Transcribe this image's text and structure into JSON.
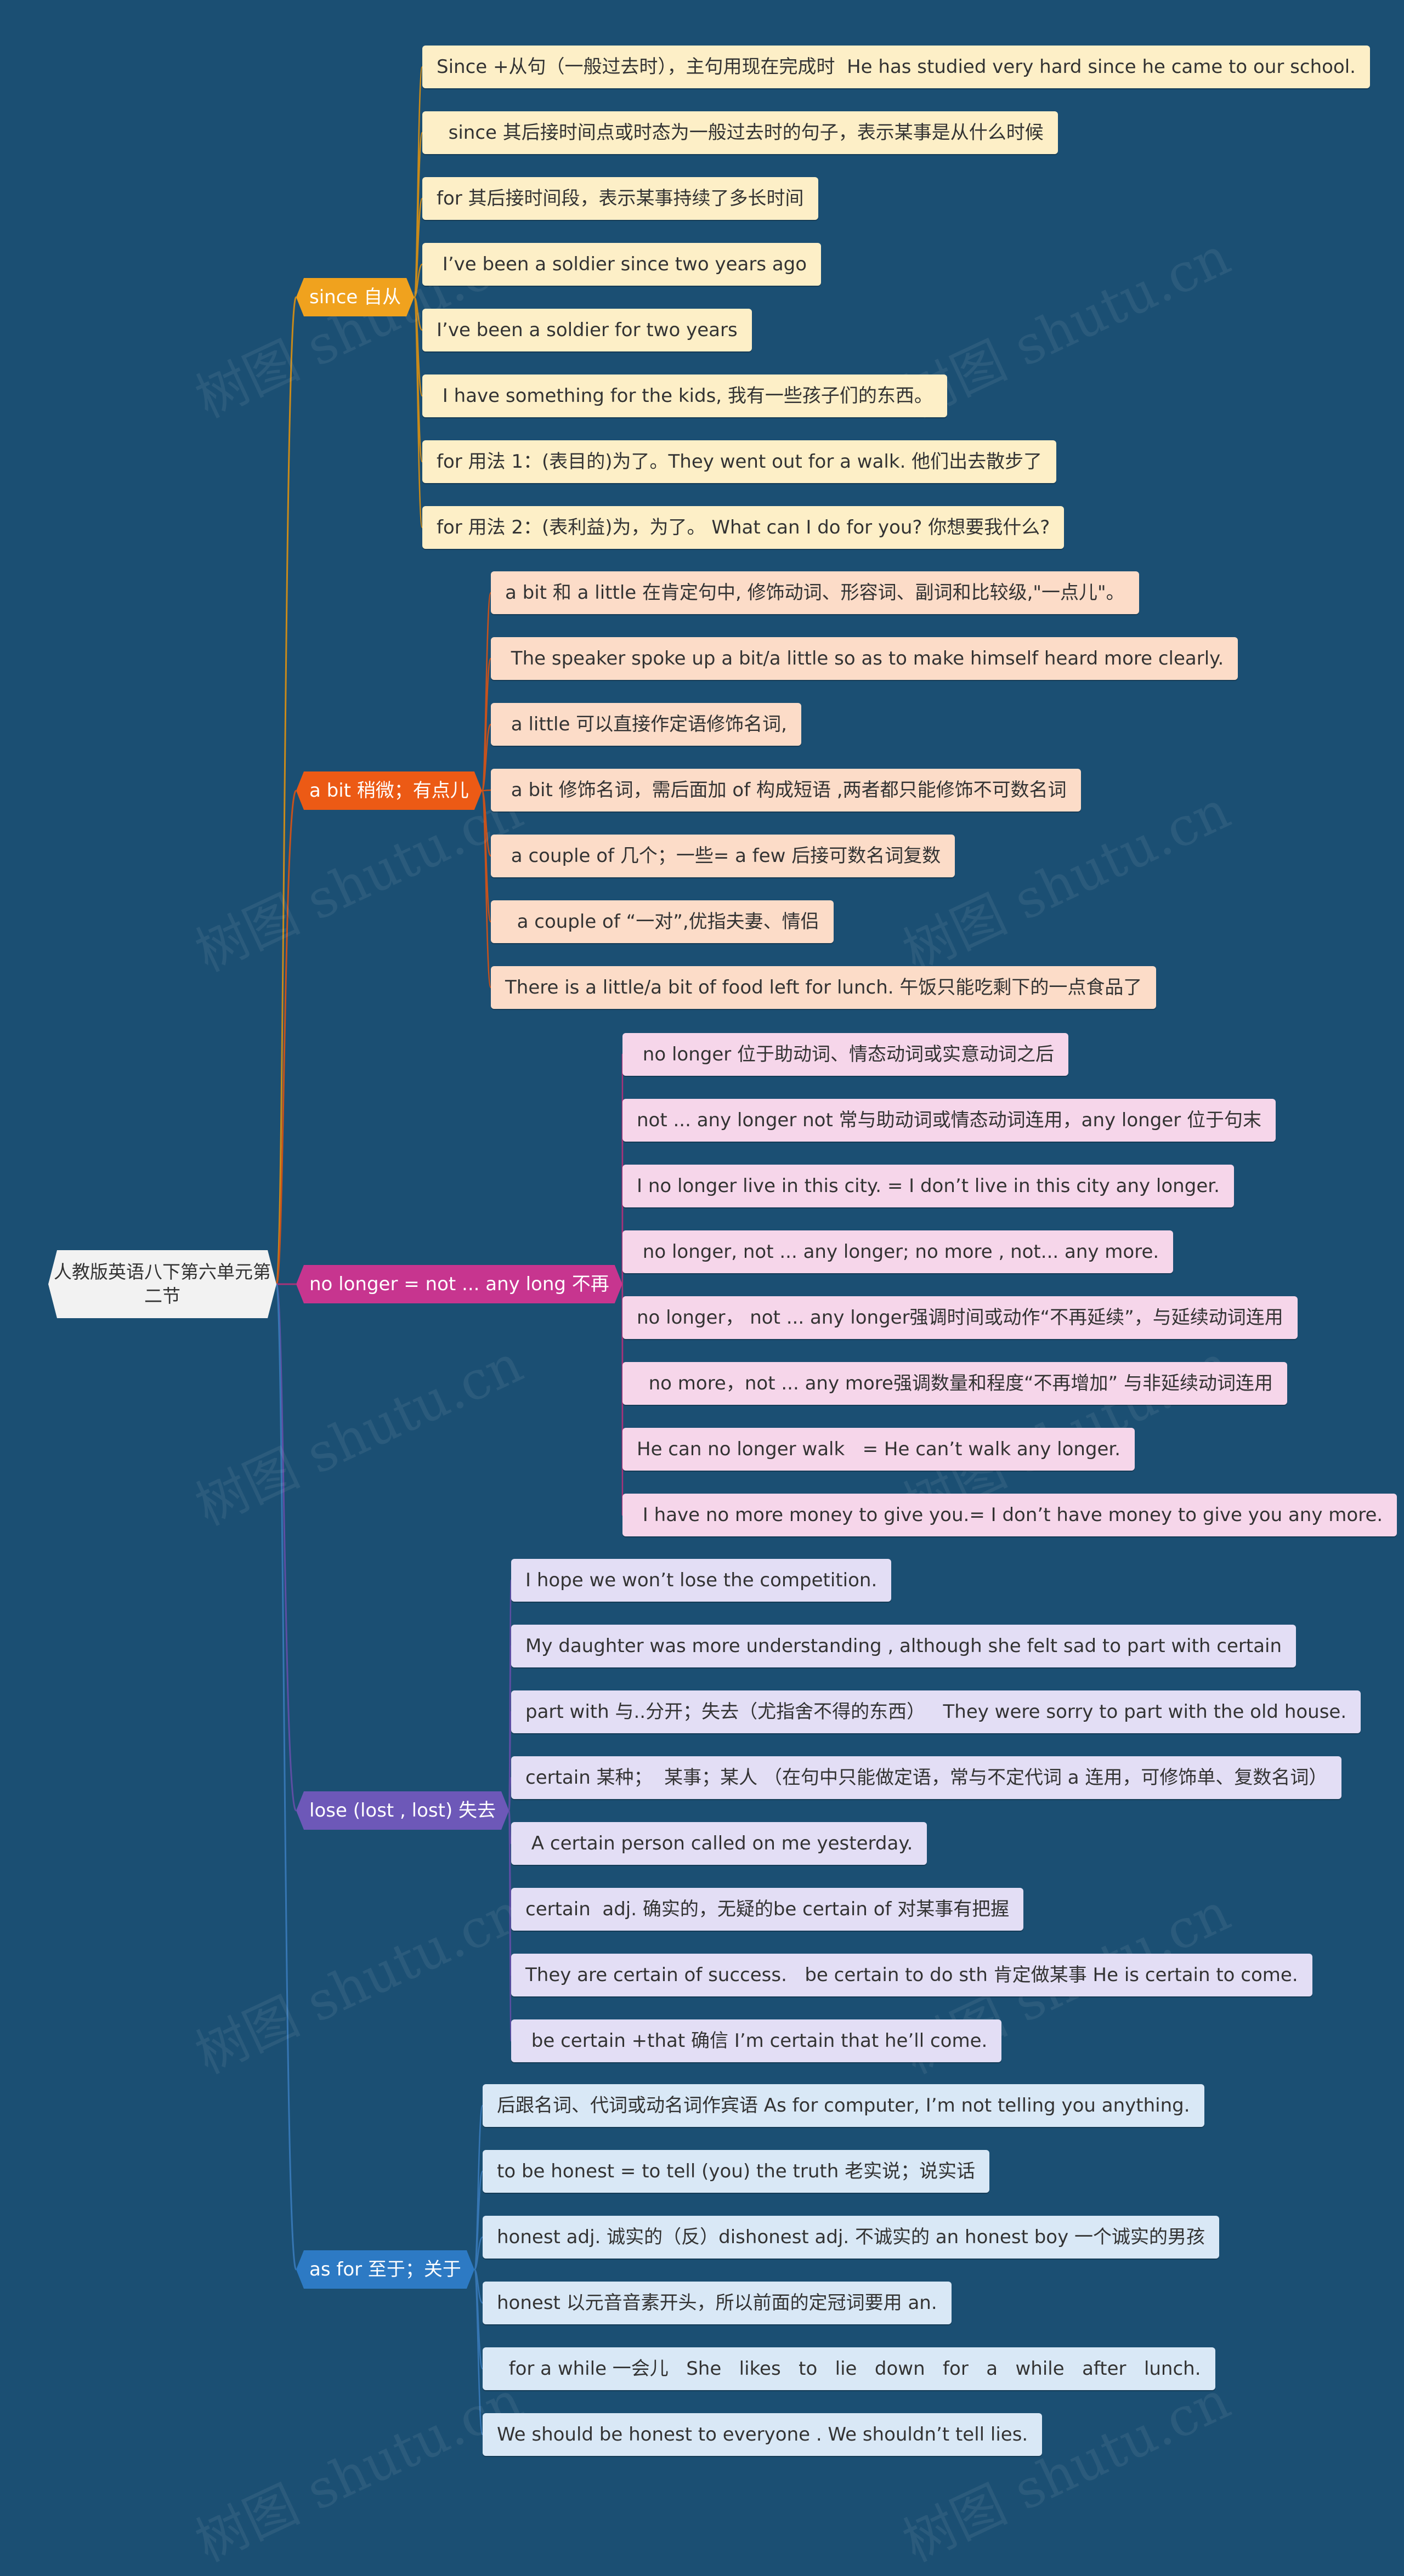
{
  "root": {
    "text": "人教版英语八下第六单元第二节"
  },
  "watermark": "树图 shutu.cn",
  "branches": [
    {
      "label": "since 自从",
      "color": "#f0a21e",
      "leaf_bg": "#fdefc7",
      "line": "#c98a1a",
      "leaves": [
        "Since +从句（一般过去时），主句用现在完成时  He has studied very hard since he came to our school.",
        "  since 其后接时间点或时态为一般过去时的句子，表示某事是从什么时候",
        "for 其后接时间段，表示某事持续了多长时间",
        " I’ve been a soldier since two years ago",
        "I’ve been a soldier for two years",
        " I have something for the kids, 我有一些孩子们的东西。",
        "for 用法 1：(表目的)为了。They went out for a walk. 他们出去散步了",
        "for 用法 2：(表利益)为，为了。 What can I do for you? 你想要我什么?"
      ]
    },
    {
      "label": "a bit 稍微；有点儿",
      "color": "#ec5a15",
      "leaf_bg": "#fcdcc8",
      "line": "#c7521c",
      "leaves": [
        "a bit 和 a little 在肯定句中, 修饰动词、形容词、副词和比较级,\"一点儿\"。",
        " The speaker spoke up a bit/a little so as to make himself heard more clearly.",
        " a little 可以直接作定语修饰名词,",
        " a bit 修饰名词，需后面加 of 构成短语 ,两者都只能修饰不可数名词",
        " a couple of 几个；一些= a few 后接可数名词复数",
        "  a couple of “一对”,优指夫妻、情侣",
        "There is a little/a bit of food left for lunch. 午饭只能吃剩下的一点食品了"
      ]
    },
    {
      "label": "no longer = not ... any long 不再",
      "color": "#c7358f",
      "leaf_bg": "#f6d6ea",
      "line": "#a83279",
      "leaves": [
        " no longer 位于助动词、情态动词或实意动词之后",
        "not ... any longer not 常与助动词或情态动词连用，any longer 位于句末",
        "I no longer live in this city. = I don’t live in this city any longer.",
        " no longer, not ... any longer; no more , not... any more.",
        "no longer， not ... any longer强调时间或动作“不再延续”，与延续动词连用",
        "  no more，not ... any more强调数量和程度“不再增加” 与非延续动词连用",
        "He can no longer walk   = He can’t walk any longer.",
        " I have no more money to give you.= I don’t have money to give you any more."
      ]
    },
    {
      "label": "lose (lost , lost) 失去",
      "color": "#6d58b8",
      "leaf_bg": "#e3def5",
      "line": "#5d4ea3",
      "leaves": [
        "I hope we won’t lose the competition.",
        "My daughter was more understanding , although she felt sad to part with certain",
        "part with 与..分开；失去（尤指舍不得的东西）   They were sorry to part with the old house.",
        "certain 某种；  某事；某人 （在句中只能做定语，常与不定代词 a 连用，可修饰单、复数名词）",
        " A certain person called on me yesterday.",
        "certain  adj. 确实的，无疑的be certain of 对某事有把握",
        "They are certain of success.   be certain to do sth 肯定做某事 He is certain to come.",
        " be certain +that 确信 I’m certain that he’ll come."
      ]
    },
    {
      "label": "as for 至于；关于",
      "color": "#2d7ac4",
      "leaf_bg": "#d9e8f6",
      "line": "#3676b3",
      "leaves": [
        "后跟名词、代词或动名词作宾语 As for computer, I’m not telling you anything.",
        "to be honest = to tell (you) the truth 老实说；说实话",
        "honest adj. 诚实的（反）dishonest adj. 不诚实的 an honest boy 一个诚实的男孩",
        "honest 以元音音素开头，所以前面的定冠词要用 an.",
        "  for a while 一会儿   She   likes   to   lie   down   for   a   while   after   lunch.",
        "We should be honest to everyone . We shouldn’t tell lies."
      ]
    }
  ]
}
